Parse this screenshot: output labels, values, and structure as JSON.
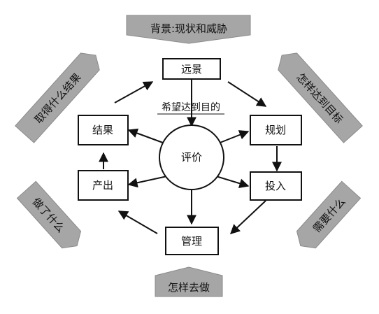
{
  "diagram": {
    "outer_labels": {
      "background": "背景:现状和威胁",
      "how_to_reach": "怎样达到目标",
      "needs": "需要什么",
      "how_to_do": "怎样去做",
      "what_done": "做了什么",
      "what_gained": "取得什么结果"
    },
    "boxes": {
      "vision": "远景",
      "planning": "规划",
      "input": "投入",
      "management": "管理",
      "output": "产出",
      "results": "结果"
    },
    "center": {
      "label": "评价",
      "caption": "希望达到目的"
    },
    "colors": {
      "banner_fill": "#a6a6a6",
      "banner_edge": "#8a8a8a",
      "box_stroke": "#111111",
      "arrow": "#111111"
    }
  }
}
